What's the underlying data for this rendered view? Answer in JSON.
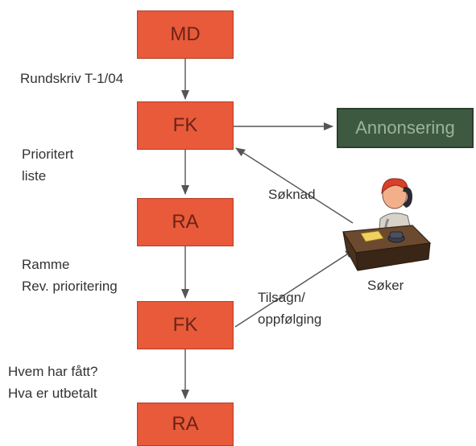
{
  "diagram": {
    "nodes": {
      "md": "MD",
      "fk_top": "FK",
      "ra_mid": "RA",
      "fk_bottom": "FK",
      "ra_bottom": "RA",
      "annonsering": "Annonsering"
    },
    "labels": {
      "rundskriv": "Rundskriv T-1/04",
      "prioritert_line1": "Prioritert",
      "prioritert_line2": "liste",
      "ramme_line1": "Ramme",
      "ramme_line2": "Rev. prioritering",
      "hvem_line1": "Hvem har fått?",
      "hvem_line2": "Hva er utbetalt",
      "soknad": "Søknad",
      "tilsagn_line1": "Tilsagn/",
      "tilsagn_line2": "oppfølging",
      "soker": "Søker"
    },
    "colors": {
      "box_fill": "#e85a3a",
      "box_text": "#6a2416",
      "annonsering_fill": "#3d5a40",
      "line": "#555555"
    },
    "icons": {
      "applicant": "person-at-desk-on-phone-icon"
    }
  }
}
